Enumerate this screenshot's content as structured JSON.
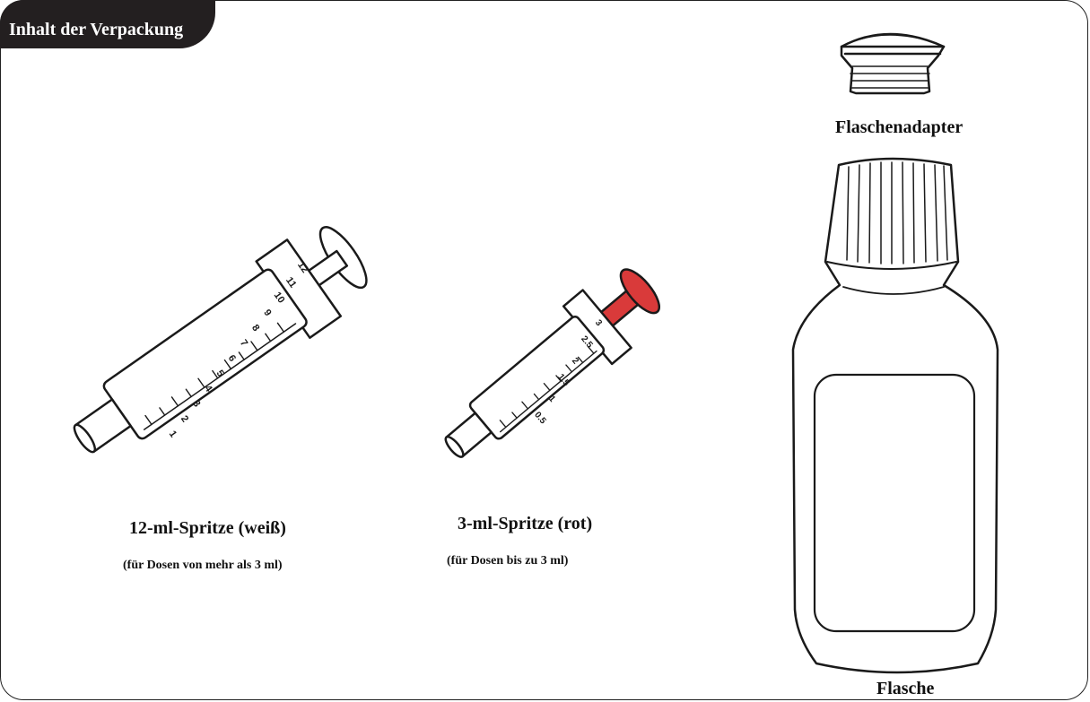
{
  "header": {
    "title": "Inhalt der Verpackung"
  },
  "items": {
    "syringe_12ml": {
      "label": "12-ml-Spritze (weiß)",
      "note": "(für Dosen von mehr als 3 ml)",
      "scale_labels": [
        "1",
        "2",
        "3",
        "4",
        "5",
        "6",
        "7",
        "8",
        "9",
        "10",
        "11",
        "12"
      ],
      "unit": "ml"
    },
    "syringe_3ml": {
      "label": "3-ml-Spritze (rot)",
      "note": "(für Dosen bis zu 3 ml)",
      "scale_labels": [
        "0.5",
        "1",
        "1.5",
        "2",
        "2.5",
        "3"
      ],
      "unit": "ml",
      "plunger_color": "#d93a3a"
    },
    "adapter": {
      "label": "Flaschenadapter"
    },
    "bottle": {
      "label": "Flasche"
    }
  }
}
